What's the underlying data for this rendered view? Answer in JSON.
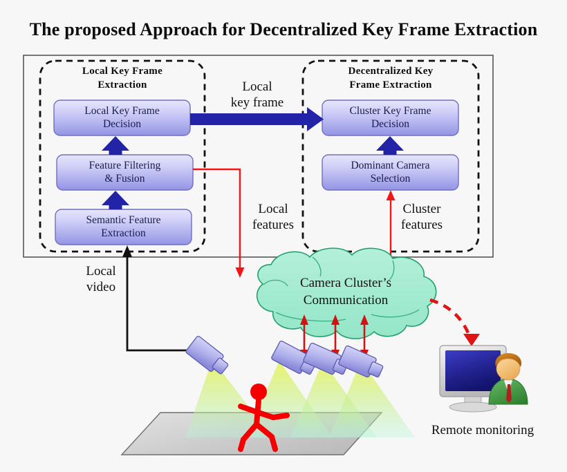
{
  "figure": {
    "title": "The proposed Approach for Decentralized Key Frame Extraction"
  },
  "panels": {
    "left": {
      "title_line1": "Local Key Frame",
      "title_line2": "Extraction",
      "blocks": [
        {
          "line1": "Local Key Frame",
          "line2": "Decision"
        },
        {
          "line1": "Feature Filtering",
          "line2": "& Fusion"
        },
        {
          "line1": "Semantic Feature",
          "line2": "Extraction"
        }
      ]
    },
    "right": {
      "title_line1": "Decentralized Key",
      "title_line2": "Frame Extraction",
      "blocks": [
        {
          "line1": "Cluster Key Frame",
          "line2": "Decision"
        },
        {
          "line1": "Dominant Camera",
          "line2": "Selection"
        }
      ]
    }
  },
  "edges": {
    "local_key_frame": {
      "line1": "Local",
      "line2": "key frame"
    },
    "local_features": {
      "line1": "Local",
      "line2": "features"
    },
    "cluster_features": {
      "line1": "Cluster",
      "line2": "features"
    },
    "local_video": {
      "line1": "Local",
      "line2": "video"
    }
  },
  "cloud": {
    "line1": "Camera Cluster’s",
    "line2": "Communication"
  },
  "remote": {
    "label": "Remote  monitoring"
  },
  "icons": {
    "camera": "camera-icon",
    "monitor": "monitor-icon",
    "person": "person-icon",
    "stick_figure": "walking-person-icon",
    "cloud": "cloud-icon",
    "floor": "ground-plane-icon"
  },
  "colors": {
    "background": "#f7f7f7",
    "title_text": "#0d0d0d",
    "block_fill_top": "#dcdcfb",
    "block_fill_bottom": "#9999e8",
    "block_border": "#6b6bbf",
    "block_text": "#1b1b4d",
    "blue_arrow": "#2323a8",
    "red_arrow": "#f41414",
    "dark_red_arrow": "#c81414",
    "cloud_fill": "#a8ecd2",
    "cloud_border": "#22a06a",
    "camera_fill": "#b3b3ee",
    "camera_border": "#5a5ab0",
    "cone": "#d8f25a",
    "stick_figure": "#f40000",
    "monitor_screen": "#2a2aa8",
    "shirt_green": "#3e9b3e",
    "hair_orange": "#c46a14",
    "tie_red": "#b02020",
    "floor_gray": "#c8c8c8",
    "outer_border": "#555555"
  }
}
